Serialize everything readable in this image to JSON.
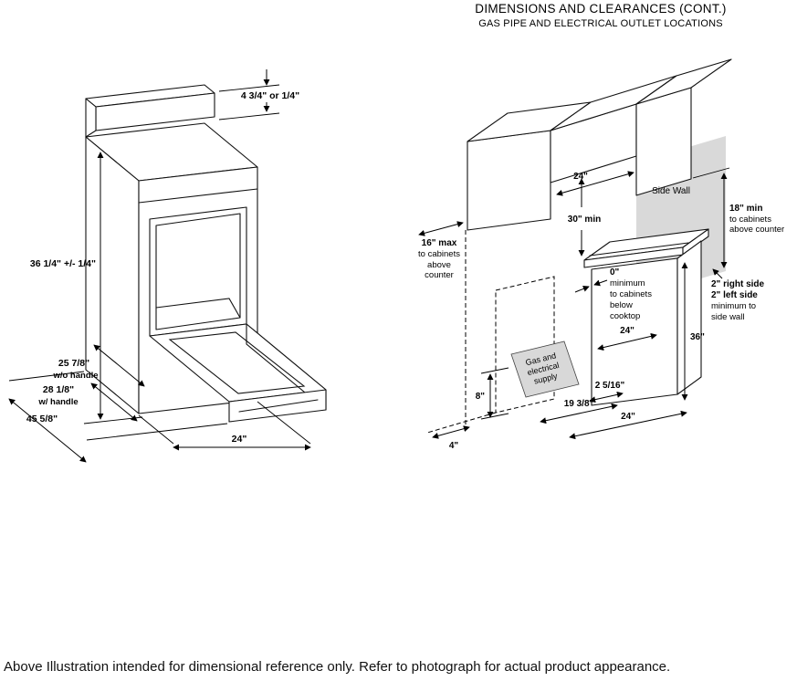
{
  "colors": {
    "line": "#111111",
    "wall_shade": "#d9d9d9",
    "supply_shade": "#d8d8d8",
    "background": "#ffffff"
  },
  "header": {
    "title": "DIMENSIONS AND CLEARANCES (CONT.)",
    "subtitle": "GAS PIPE AND ELECTRICAL OUTLET LOCATIONS"
  },
  "footer": {
    "caption": "Above Illustration intended for dimensional reference only. Refer to photograph for actual product appearance."
  },
  "range": {
    "backguard": "4 3/4\" or 1/4\"",
    "height": "36 1/4\" +/- 1/4\"",
    "depth1": "25 7/8\"",
    "depth1_note": "w/o handle",
    "depth2": "28 1/8\"",
    "depth2_note": "w/ handle",
    "depth3": "45 5/8\"",
    "width": "24\""
  },
  "clearances": {
    "bridge_width": "24\"",
    "above_cooktop": "30\" min",
    "side_wall": "Side Wall",
    "right_min": "18\" min",
    "right_note1": "to cabinets",
    "right_note2": "above counter",
    "left_max": "16\" max",
    "left_note1": "to cabinets",
    "left_note2": "above",
    "left_note3": "counter",
    "zero": "0\"",
    "zero_note1": "minimum",
    "zero_note2": "to cabinets",
    "zero_note3": "below",
    "zero_note4": "cooktop",
    "side2_line1": "2\" right side",
    "side2_line2": "2\" left side",
    "side2_note1": "minimum to",
    "side2_note2": "side wall",
    "cabinet_width": "24\"",
    "counter_height": "36\"",
    "supply1": "Gas and",
    "supply2": "electrical",
    "supply3": "supply",
    "supply_height": "8\"",
    "supply_offset": "2 5/16\"",
    "supply_depth": "19 3/8\"",
    "floor_width": "24\"",
    "wall_gap": "4\""
  }
}
